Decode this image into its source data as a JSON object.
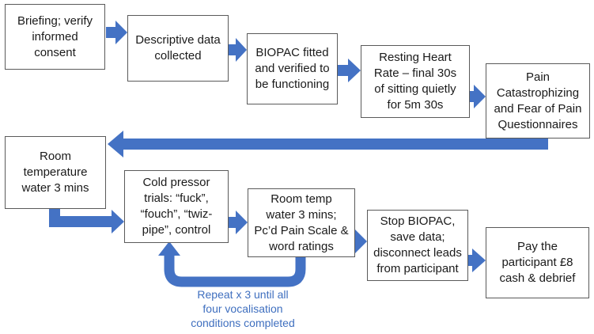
{
  "colors": {
    "arrow": "#4472c4",
    "border": "#5a5a5a",
    "text": "#1a1a1a",
    "caption": "#3f6fbf"
  },
  "steps": [
    {
      "label": "Briefing; verify\ninformed\nconsent"
    },
    {
      "label": "Descriptive data\ncollected"
    },
    {
      "label": "BIOPAC fitted\nand verified to\nbe functioning"
    },
    {
      "label": "Resting Heart\nRate – final 30s\nof sitting quietly\nfor 5m 30s"
    },
    {
      "label": "Pain\nCatastrophizing\nand Fear of Pain\nQuestionnaires"
    },
    {
      "label": "Room\ntemperature\nwater 3 mins"
    },
    {
      "label": "Cold pressor\ntrials: “fuck”,\n“fouch”, “twiz-\npipe”,  control"
    },
    {
      "label": "Room temp\nwater 3 mins;\nPc’d Pain Scale &\nword ratings"
    },
    {
      "label": "Stop BIOPAC,\nsave data;\ndisconnect leads\nfrom participant"
    },
    {
      "label": "Pay the\nparticipant £8\ncash & debrief"
    }
  ],
  "loop": {
    "label": "Repeat x 3 until all\nfour vocalisation\nconditions completed"
  }
}
